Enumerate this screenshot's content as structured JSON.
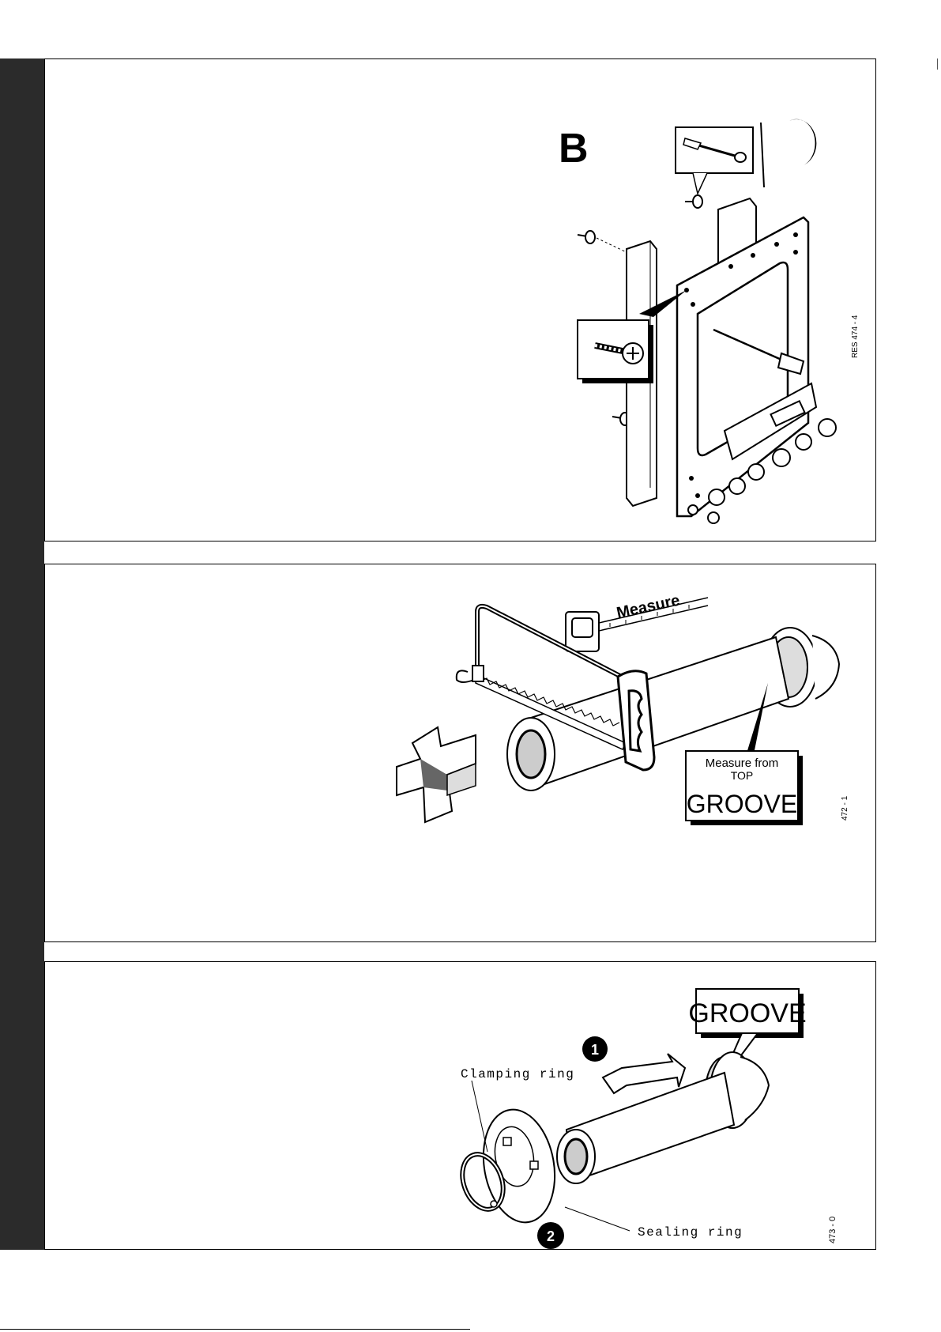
{
  "figure1": {
    "label_b": "B",
    "reference": "RES 474 - 4"
  },
  "figure2": {
    "measure_label": "Measure",
    "callout_line1": "Measure from",
    "callout_line2": "TOP",
    "callout_line3": "GROOVE",
    "reference": "472 - 1"
  },
  "figure3": {
    "groove_label": "GROOVE",
    "step1": "1",
    "step2": "2",
    "clamping_ring_label": "Clamping ring",
    "sealing_ring_label": "Sealing ring",
    "reference": "473 - 0"
  }
}
